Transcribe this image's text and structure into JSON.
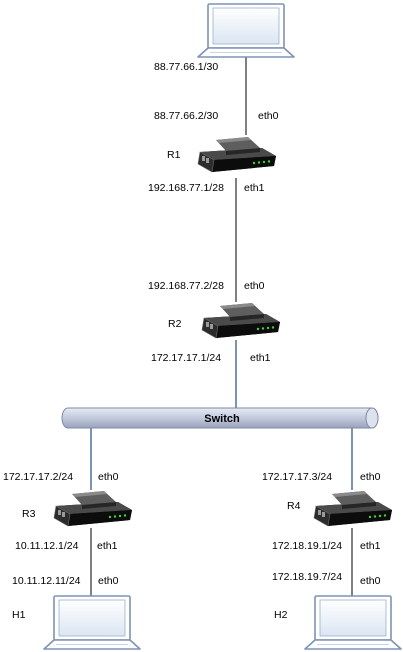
{
  "switch": {
    "label": "Switch"
  },
  "r1": {
    "name": "R1",
    "eth0_ip": "88.77.66.2/30",
    "eth0_if": "eth0",
    "eth1_ip": "192.168.77.1/28",
    "eth1_if": "eth1"
  },
  "r2": {
    "name": "R2",
    "eth0_ip": "192.168.77.2/28",
    "eth0_if": "eth0",
    "eth1_ip": "172.17.17.1/24",
    "eth1_if": "eth1"
  },
  "r3": {
    "name": "R3",
    "eth0_ip": "172.17.17.2/24",
    "eth0_if": "eth0",
    "eth1_ip": "10.11.12.1/24",
    "eth1_if": "eth1"
  },
  "r4": {
    "name": "R4",
    "eth0_ip": "172.17.17.3/24",
    "eth0_if": "eth0",
    "eth1_ip": "172.18.19.1/24",
    "eth1_if": "eth1"
  },
  "top_host": {
    "ip": "88.77.66.1/30"
  },
  "h1": {
    "name": "H1",
    "ip": "10.11.12.11/24",
    "if": "eth0"
  },
  "h2": {
    "name": "H2",
    "ip": "172.18.19.7/24",
    "if": "eth0"
  }
}
